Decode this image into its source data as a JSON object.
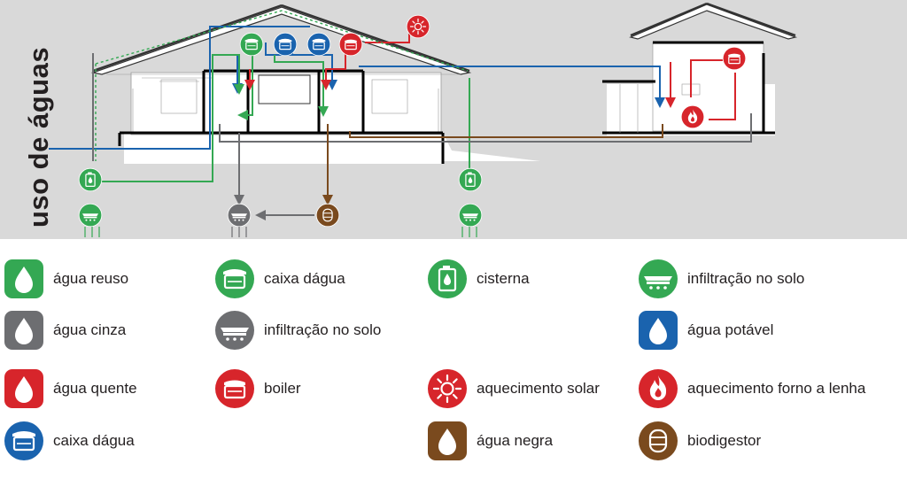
{
  "title": "uso de águas",
  "colors": {
    "green": "#34a853",
    "gray": "#6d6e71",
    "red": "#d7252b",
    "blue": "#1a63ae",
    "brown": "#7a4a1e",
    "text": "#231f20"
  },
  "legend": [
    {
      "key": "agua-reuso",
      "label": "água reuso",
      "icon": "water-drop-icon",
      "color": "green"
    },
    {
      "key": "caixa-dagua-verde",
      "label": "caixa dágua",
      "icon": "water-tank-icon",
      "color": "green"
    },
    {
      "key": "cisterna",
      "label": "cisterna",
      "icon": "cistern-icon",
      "color": "green"
    },
    {
      "key": "infiltracao-verde",
      "label": "infiltração no solo",
      "icon": "soil-infiltration-icon",
      "color": "green"
    },
    {
      "key": "agua-cinza",
      "label": "água cinza",
      "icon": "water-drop-icon",
      "color": "gray"
    },
    {
      "key": "infiltracao-cinza",
      "label": "infiltração no solo",
      "icon": "soil-infiltration-icon",
      "color": "gray"
    },
    {
      "key": "agua-potavel",
      "label": "água potável",
      "icon": "water-drop-icon",
      "color": "blue"
    },
    {
      "key": "agua-quente",
      "label": "água quente",
      "icon": "water-drop-icon",
      "color": "red"
    },
    {
      "key": "boiler",
      "label": "boiler",
      "icon": "boiler-icon",
      "color": "red"
    },
    {
      "key": "aquecimento-solar",
      "label": "aquecimento solar",
      "icon": "sun-icon",
      "color": "red"
    },
    {
      "key": "aquecimento-forno",
      "label": "aquecimento forno a lenha",
      "icon": "fire-icon",
      "color": "red"
    },
    {
      "key": "caixa-dagua-azul",
      "label": "caixa dágua",
      "icon": "water-tank-icon",
      "color": "blue"
    },
    {
      "key": "agua-negra",
      "label": "água negra",
      "icon": "water-drop-icon",
      "color": "brown"
    },
    {
      "key": "biodigestor",
      "label": "biodigestor",
      "icon": "biodigester-icon",
      "color": "brown"
    }
  ]
}
